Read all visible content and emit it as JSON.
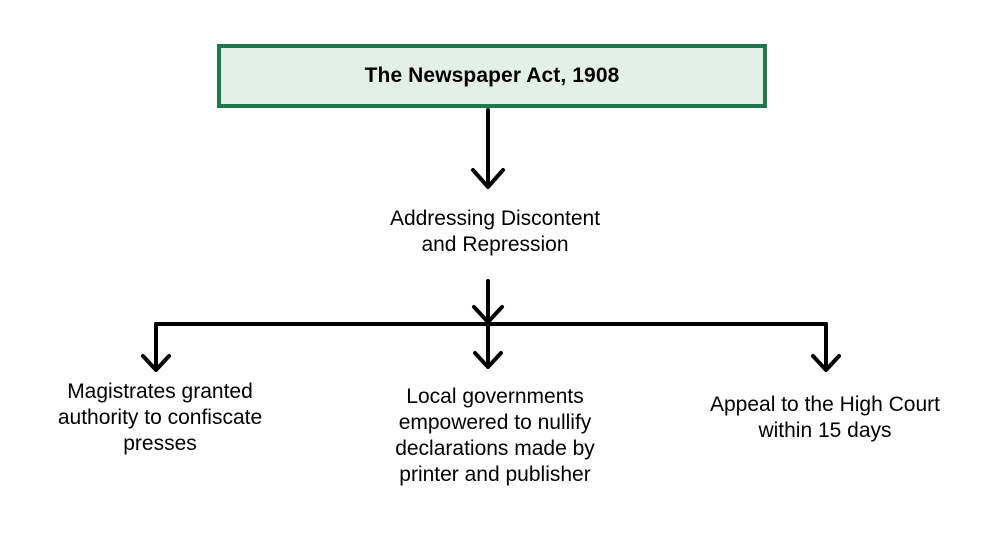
{
  "title": "The Newspaper Act, 1908",
  "middle_node": "Addressing Discontent\nand Repression",
  "branches": [
    "Magistrates granted\nauthority to confiscate\npresses",
    "Local governments\nempowered to nullify\ndeclarations made by\nprinter and publisher",
    "Appeal to the High Court\nwithin 15 days"
  ],
  "colors": {
    "title_border": "#1e7a4c",
    "title_fill": "#e3f0e8",
    "connector": "#000000"
  }
}
